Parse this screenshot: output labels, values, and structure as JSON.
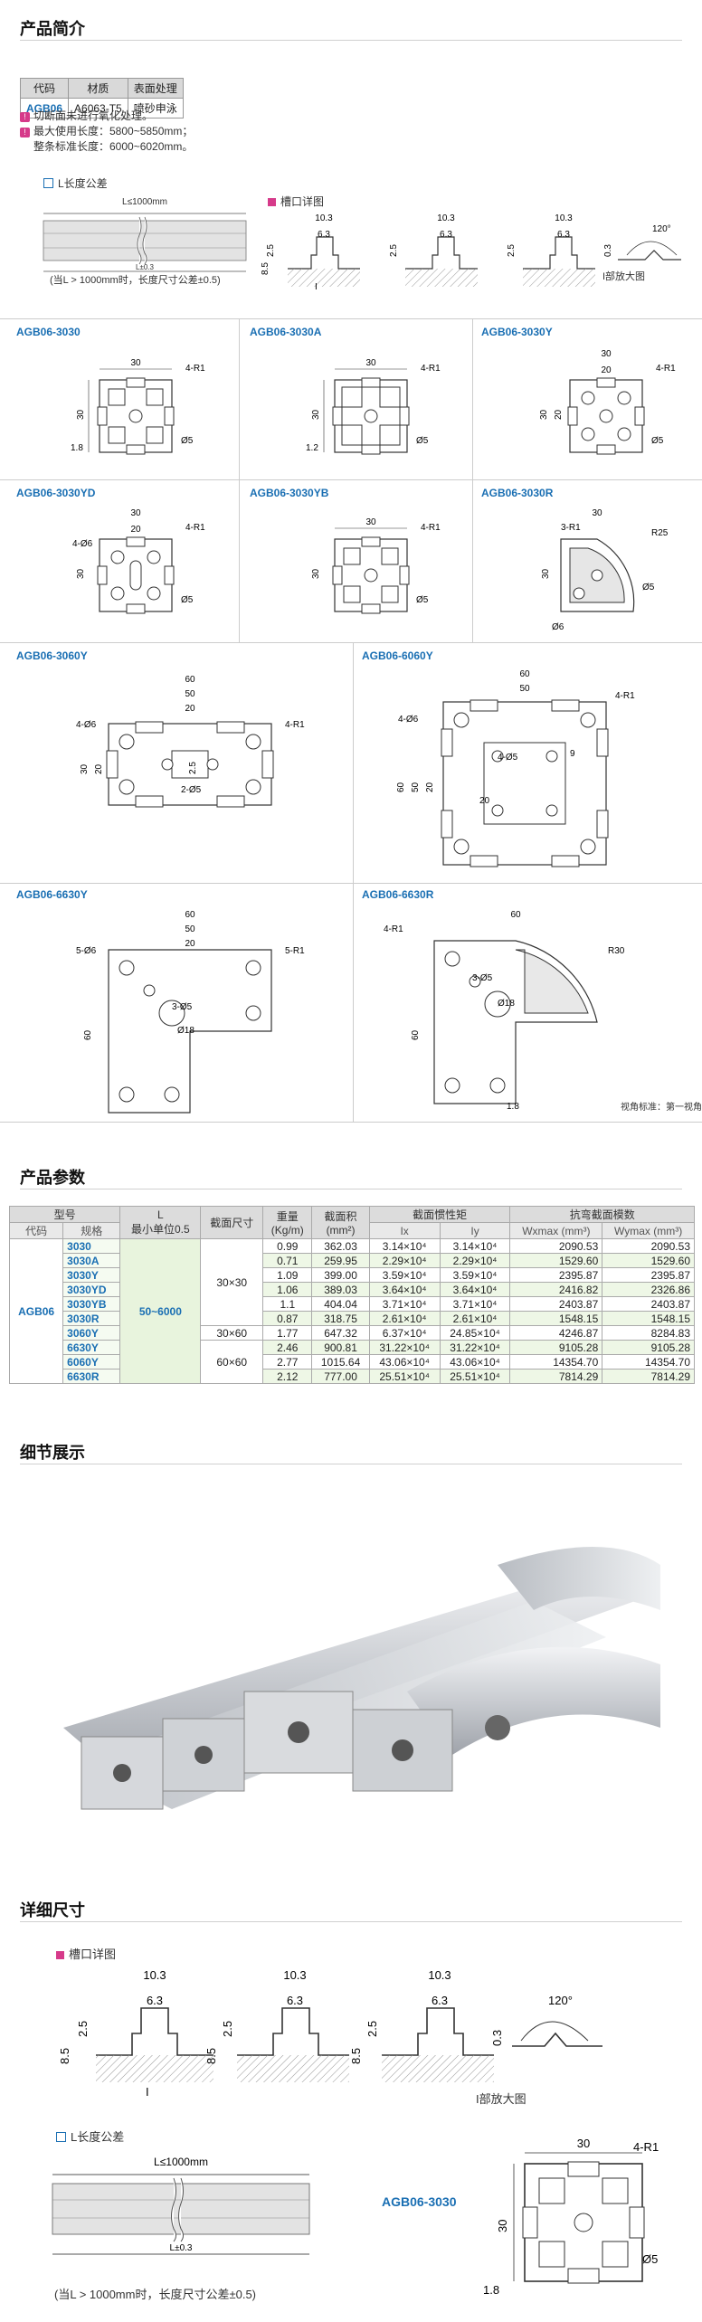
{
  "intro": {
    "title": "产品简介",
    "spec_headers": [
      "代码",
      "材质",
      "表面处理"
    ],
    "spec_row": [
      "AGB06",
      "A6063-T5",
      "喷砂申泳"
    ],
    "notes": [
      "切断面未进行氧化处理。",
      "最大使用长度：5800~5850mm；",
      "整条标准长度：6000~6020mm。"
    ]
  },
  "tolerance": {
    "label": "L长度公差",
    "length": "L≤1000mm",
    "tol": "L±0.3",
    "note": "(当L > 1000mm时，长度尺寸公差±0.5)"
  },
  "slot": {
    "label": "槽口详图",
    "dims": [
      "10.3",
      "6.3",
      "2.5",
      "8.5"
    ],
    "angle": "120°",
    "depth": "0.3",
    "mark": "I",
    "zoom": "I部放大图"
  },
  "profiles": [
    {
      "code": "AGB06-3030",
      "dims": [
        "30",
        "4-R1",
        "30",
        "1.8",
        "Ø5"
      ]
    },
    {
      "code": "AGB06-3030A",
      "dims": [
        "30",
        "4-R1",
        "30",
        "1.2",
        "Ø5"
      ]
    },
    {
      "code": "AGB06-3030Y",
      "dims": [
        "30",
        "4-R1",
        "30",
        "20",
        "20",
        "Ø5"
      ]
    },
    {
      "code": "AGB06-3030YD",
      "dims": [
        "30",
        "4-Ø6",
        "4-R1",
        "20",
        "30",
        "Ø5"
      ]
    },
    {
      "code": "AGB06-3030YB",
      "dims": [
        "30",
        "4-R1",
        "30",
        "Ø5"
      ]
    },
    {
      "code": "AGB06-3030R",
      "dims": [
        "30",
        "3-R1",
        "R25",
        "Ø5",
        "30",
        "Ø6"
      ]
    },
    {
      "code": "AGB06-3060Y",
      "dims": [
        "60",
        "50",
        "20",
        "4-Ø6",
        "4-R1",
        "2.5",
        "2-Ø5",
        "30",
        "20"
      ]
    },
    {
      "code": "AGB06-6060Y",
      "dims": [
        "60",
        "50",
        "4-R1",
        "4-Ø6",
        "9",
        "4-Ø5",
        "60",
        "50",
        "20",
        "20"
      ]
    },
    {
      "code": "AGB06-6630Y",
      "dims": [
        "60",
        "50",
        "20",
        "5-Ø6",
        "5-R1",
        "3-Ø5",
        "Ø18",
        "60"
      ]
    },
    {
      "code": "AGB06-6630R",
      "dims": [
        "60",
        "4-R1",
        "R30",
        "3-Ø5",
        "Ø18",
        "60",
        "1.8"
      ]
    }
  ],
  "view_note": "视角标准：第一视角",
  "params": {
    "title": "产品参数",
    "h1": [
      "型号",
      "L",
      "截面尺寸",
      "重量",
      "截面积",
      "截面惯性矩",
      "抗弯截面模数"
    ],
    "h1b": [
      "最小单位0.5",
      "(Kg/m)",
      "(mm²)"
    ],
    "h2": [
      "代码",
      "规格",
      "Ix",
      "Iy",
      "Wxmax (mm³)",
      "Wymax (mm³)"
    ],
    "group": "AGB06",
    "range": "50~6000",
    "sizes": [
      "30×30",
      "30×60",
      "60×60"
    ],
    "rows": [
      [
        "3030",
        "0.99",
        "362.03",
        "3.14×10⁴",
        "3.14×10⁴",
        "2090.53",
        "2090.53"
      ],
      [
        "3030A",
        "0.71",
        "259.95",
        "2.29×10⁴",
        "2.29×10⁴",
        "1529.60",
        "1529.60"
      ],
      [
        "3030Y",
        "1.09",
        "399.00",
        "3.59×10⁴",
        "3.59×10⁴",
        "2395.87",
        "2395.87"
      ],
      [
        "3030YD",
        "1.06",
        "389.03",
        "3.64×10⁴",
        "3.64×10⁴",
        "2416.82",
        "2326.86"
      ],
      [
        "3030YB",
        "1.1",
        "404.04",
        "3.71×10⁴",
        "3.71×10⁴",
        "2403.87",
        "2403.87"
      ],
      [
        "3030R",
        "0.87",
        "318.75",
        "2.61×10⁴",
        "2.61×10⁴",
        "1548.15",
        "1548.15"
      ],
      [
        "3060Y",
        "1.77",
        "647.32",
        "6.37×10⁴",
        "24.85×10⁴",
        "4246.87",
        "8284.83"
      ],
      [
        "6630Y",
        "2.46",
        "900.81",
        "31.22×10⁴",
        "31.22×10⁴",
        "9105.28",
        "9105.28"
      ],
      [
        "6060Y",
        "2.77",
        "1015.64",
        "43.06×10⁴",
        "43.06×10⁴",
        "14354.70",
        "14354.70"
      ],
      [
        "6630R",
        "2.12",
        "777.00",
        "25.51×10⁴",
        "25.51×10⁴",
        "7814.29",
        "7814.29"
      ]
    ]
  },
  "details": {
    "title": "细节展示"
  },
  "detail_dims": {
    "title": "详细尺寸",
    "slot_label": "槽口详图",
    "tol_label": "L长度公差",
    "profile": "AGB06-3030",
    "p_dims": [
      "30",
      "4-R1",
      "30",
      "1.8",
      "Ø5"
    ]
  }
}
